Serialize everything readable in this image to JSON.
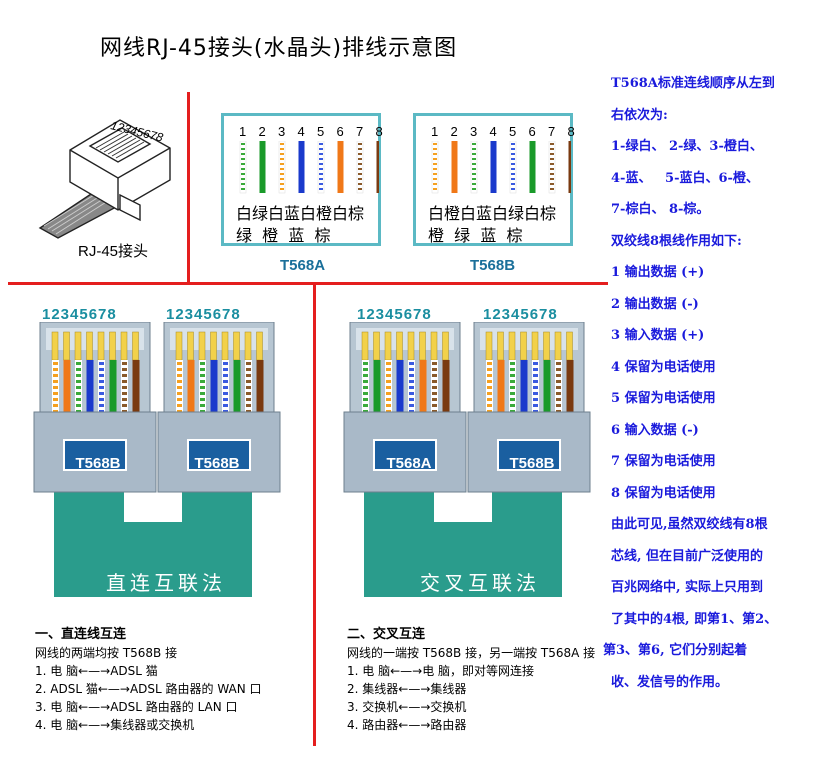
{
  "title": "网线RJ-45接头(水晶头)排线示意图",
  "rj45": {
    "label": "RJ-45接头",
    "pin_numbers": "12345678"
  },
  "pin_numbers": [
    "1",
    "2",
    "3",
    "4",
    "5",
    "6",
    "7",
    "8"
  ],
  "t568a": {
    "caption": "T568A",
    "row1": "白绿白蓝白橙白棕",
    "row2": "绿  橙  蓝  棕"
  },
  "t568b": {
    "caption": "T568B",
    "row1": "白橙白蓝白绿白棕",
    "row2": "橙  绿  蓝  棕"
  },
  "straight": {
    "nums": "12345678",
    "plug_left": "T568B",
    "plug_right": "T568B",
    "cable_label": "直连互联法",
    "heading": "一、直连线互连",
    "intro": "网线的两端均按 T568B 接",
    "items": [
      "1.  电   脑←—→ADSL 猫",
      "2.  ADSL 猫←—→ADSL 路由器的 WAN 口",
      "3.  电   脑←—→ADSL 路由器的 LAN 口",
      "4.  电   脑←—→集线器或交换机"
    ]
  },
  "cross": {
    "nums": "12345678",
    "plug_left": "T568A",
    "plug_right": "T568B",
    "cable_label": "交叉互联法",
    "heading": "二、交叉互连",
    "intro": "网线的一端按 T568B 接，另一端按 T568A 接",
    "items": [
      "1.  电   脑←—→电   脑，即对等网连接",
      "2.  集线器←—→集线器",
      "3.  交换机←—→交换机",
      "4.  路由器←—→路由器"
    ]
  },
  "side_text": [
    "T568A标准连线顺序从左到",
    "右依次为:",
    "1-绿白、 2-绿、3-橙白、",
    "4-蓝、   5-蓝白、6-橙、",
    "7-棕白、 8-棕。",
    "双绞线8根线作用如下:",
    "1 输出数据 (+)",
    "2 输出数据 (-)",
    "3 输入数据 (+)",
    "4 保留为电话使用",
    "5 保留为电话使用",
    "6 输入数据 (-)",
    "7 保留为电话使用",
    "8 保留为电话使用",
    "由此可见,虽然双绞线有8根",
    "芯线, 但在目前广泛使用的",
    "百兆网络中, 实际上只用到",
    "了其中的4根, 即第1、第2、",
    "第3、第6, 它们分别起着",
    "收、发信号的作用。"
  ],
  "colors": {
    "red_divider": "#e41e1e",
    "frame_teal": "#5bb9c4",
    "cable_teal": "#2a9c8c",
    "plug_gray": "#a9b9c8",
    "label_blue": "#1a6f9a",
    "side_text_blue": "#1a1adc",
    "white_orange": "#f5a020",
    "orange": "#f07818",
    "white_green": "#3aaa3a",
    "green": "#1a9a2a",
    "blue": "#1a3acc",
    "white_blue": "#3a5ae0",
    "white_brown": "#8a5a2a",
    "brown": "#7a3a10"
  }
}
